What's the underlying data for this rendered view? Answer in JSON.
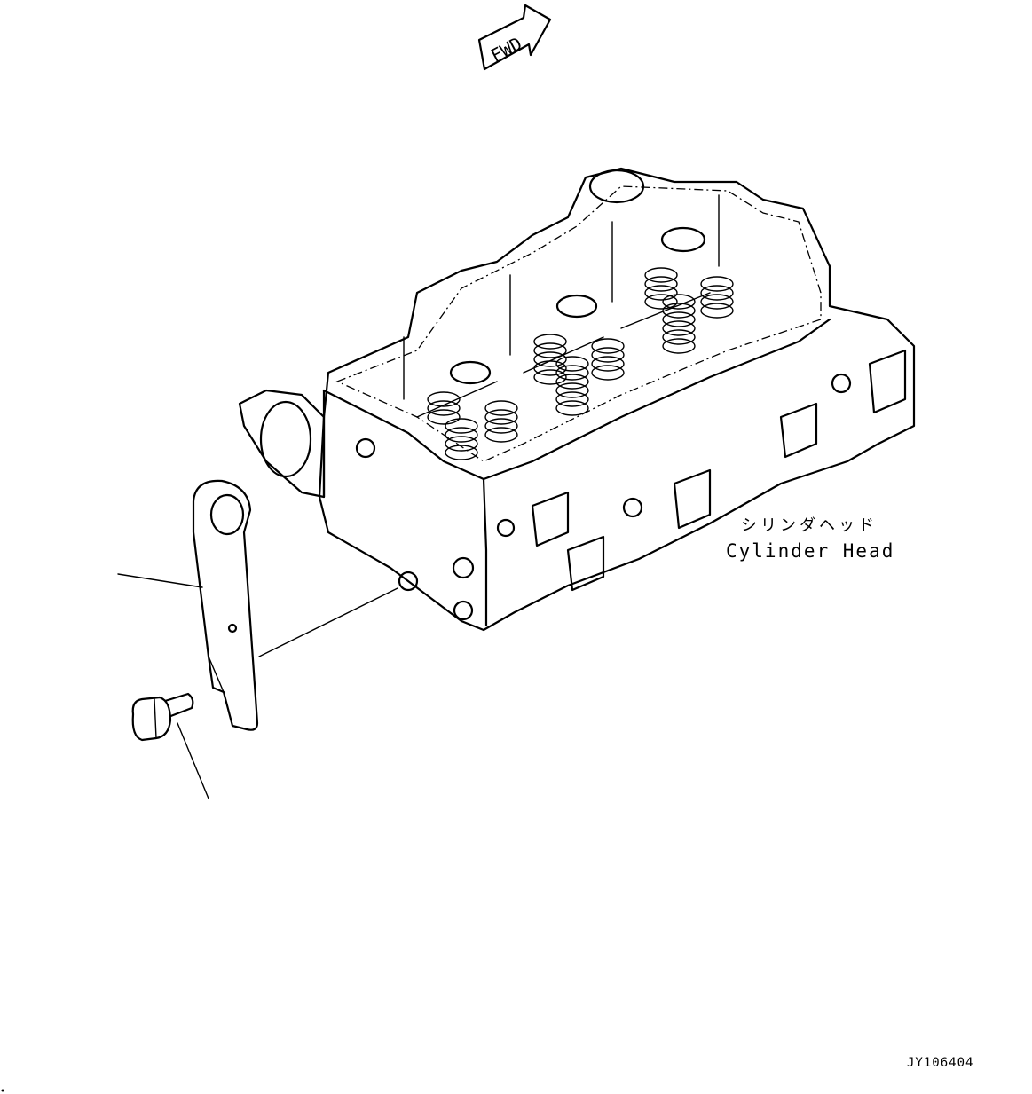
{
  "fwd_arrow": {
    "text": "FWD"
  },
  "part_label": {
    "japanese": "シリンダヘッド",
    "english": "Cylinder Head"
  },
  "figure_id": "JY106404"
}
